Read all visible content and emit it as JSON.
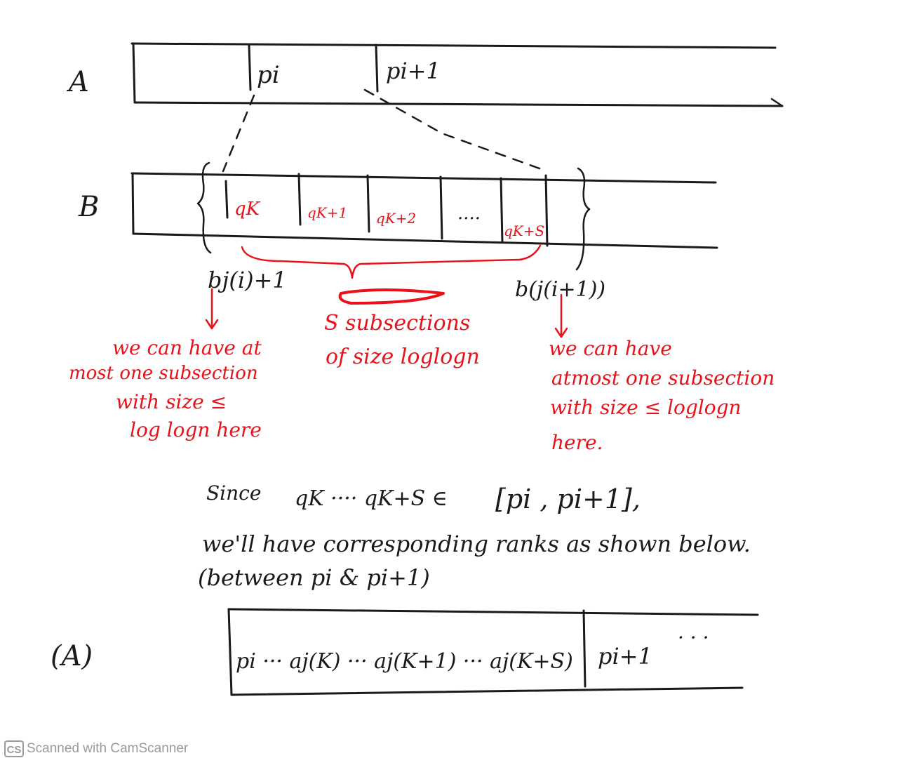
{
  "array_a": {
    "name": "A",
    "cell_pi": "pi",
    "cell_pi1": "pi+1"
  },
  "array_b": {
    "name": "B",
    "cells": [
      "qK",
      "qK+1",
      "qK+2",
      "....",
      "qK+S"
    ],
    "left_bound": "bj(i)+1",
    "right_bound": "b(j(i+1))"
  },
  "annotations": {
    "center_line1": "S subsections",
    "center_line2": "of size loglogn",
    "left_line1": "we can have at",
    "left_line2": "most one subsection",
    "left_line3": "with size ≤",
    "left_line4": "log logn here",
    "right_line1": "we can have",
    "right_line2": "atmost one subsection",
    "right_line3": "with size ≤ loglogn",
    "right_line4": "here."
  },
  "explanation": {
    "line1_since": "Since",
    "line1_range": "qK ···· qK+S ∈",
    "line1_interval": "[pi , pi+1],",
    "line2": "we'll have corresponding ranks as shown below.",
    "line3": "(between pi & pi+1)"
  },
  "array_a_bottom": {
    "name": "(A)",
    "content": "pi ··· aj(K) ··· aj(K+1) ··· aj(K+S)",
    "next_cell": "pi+1",
    "dots": "· · ·"
  },
  "footer": {
    "logo": "CS",
    "text": "Scanned with CamScanner"
  },
  "colors": {
    "ink": "#1a1a1a",
    "red": "#e8121b",
    "footer_gray": "#9a9a9a"
  }
}
